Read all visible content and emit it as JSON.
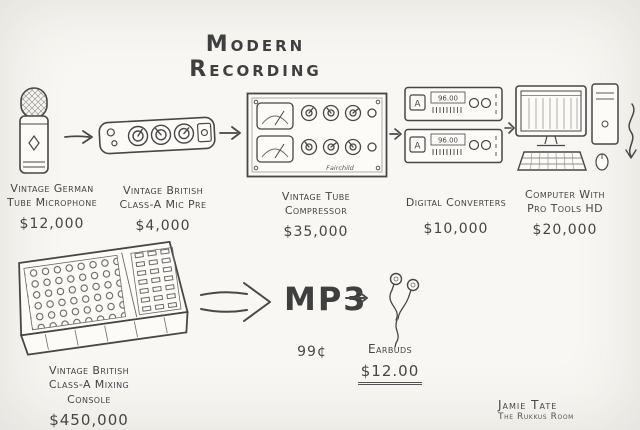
{
  "title": "Modern Recording",
  "chain": [
    {
      "label1": "Vintage German",
      "label2": "Tube Microphone",
      "price": "$12,000"
    },
    {
      "label1": "Vintage British",
      "label2": "Class-A Mic Pre",
      "price": "$4,000"
    },
    {
      "label1": "Vintage Tube",
      "label2": "Compressor",
      "price": "$35,000",
      "panel_text": "Fairchild"
    },
    {
      "label1": "Digital Converters",
      "price": "$10,000",
      "logo": "A",
      "display": "96.00"
    },
    {
      "label1": "Computer With",
      "label2": "Pro Tools HD",
      "price": "$20,000"
    }
  ],
  "console": {
    "label1": "Vintage British",
    "label2": "Class-A Mixing",
    "label3": "Console",
    "price": "$450,000"
  },
  "mp3": {
    "label": "MP3",
    "price": "99¢"
  },
  "earbuds": {
    "label": "Earbuds",
    "price": "$12.00"
  },
  "signature": {
    "line1": "Jamie Tate",
    "line2": "The Rukkus Room"
  }
}
